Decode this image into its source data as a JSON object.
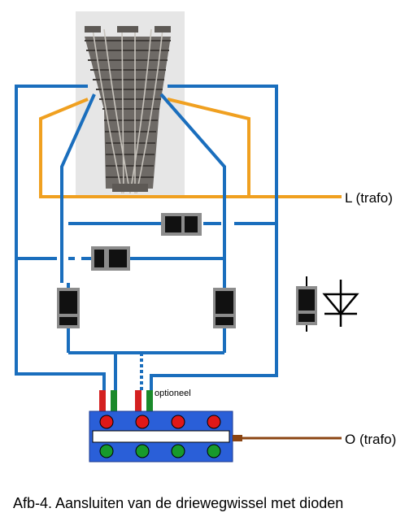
{
  "labels": {
    "l_trafo": "L (trafo)",
    "o_trafo": "O (trafo)",
    "optional": "optioneel"
  },
  "caption": "Afb-4. Aansluiten van de driewegwissel met dioden",
  "colors": {
    "blue_wire": "#1a6ebd",
    "orange_wire": "#f0a020",
    "brown_wire": "#8b4513",
    "red_pin": "#d42020",
    "green_pin": "#1a8a2a",
    "panel": "#2a5fd8",
    "diode_body": "#111111",
    "diode_case": "#8c8c8c",
    "track_bg": "#e6e6e6"
  },
  "icons": [
    "three-way-turnout-image",
    "diode-component",
    "diode-symbol",
    "switch-panel"
  ]
}
